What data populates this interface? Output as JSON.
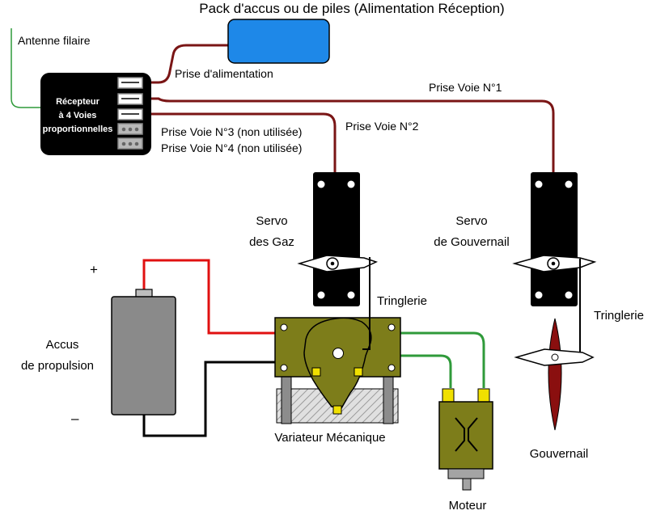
{
  "labels": {
    "battery_pack": "Pack d'accus ou de piles (Alimentation Réception)",
    "antenna": "Antenne filaire",
    "receiver_line1": "Récepteur",
    "receiver_line2": "à 4 Voies",
    "receiver_line3": "proportionnelles",
    "power_plug": "Prise d'alimentation",
    "channel1": "Prise Voie N°1",
    "channel2": "Prise Voie N°2",
    "channel3": "Prise Voie N°3 (non utilisée)",
    "channel4": "Prise Voie N°4 (non utilisée)",
    "servo_throttle_line1": "Servo",
    "servo_throttle_line2": "des Gaz",
    "servo_rudder_line1": "Servo",
    "servo_rudder_line2": "de Gouvernail",
    "plus": "+",
    "minus": "–",
    "prop_battery_line1": "Accus",
    "prop_battery_line2": "de propulsion",
    "linkage1": "Tringlerie",
    "linkage2": "Tringlerie",
    "speed_controller": "Variateur Mécanique",
    "motor": "Moteur",
    "rudder": "Gouvernail"
  },
  "colors": {
    "servo_wire": "#7a1515",
    "positive_wire": "#e01010",
    "negative_wire": "#000000",
    "motor_wire": "#2f9a3a",
    "antenna_wire": "#2f9a3a",
    "battery_pack": "#1e88e8",
    "receiver": "#000000",
    "servo_body": "#000000",
    "prop_battery": "#8a8a8a",
    "controller_plate": "#7d7d1a",
    "motor_body": "#7d7d1a",
    "terminal": "#f0e000",
    "rudder": "#8a0f0f"
  }
}
